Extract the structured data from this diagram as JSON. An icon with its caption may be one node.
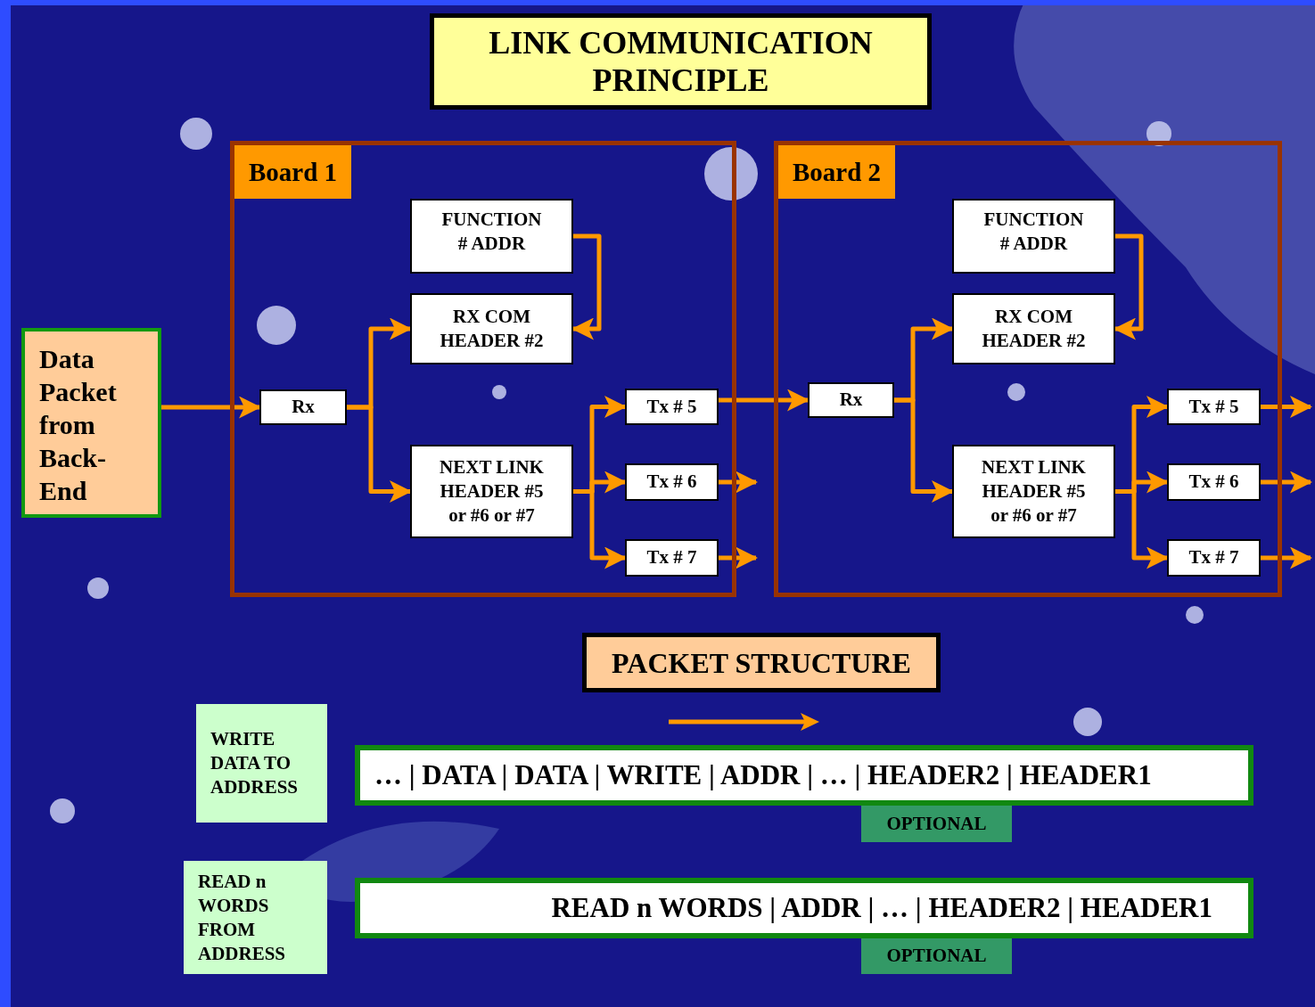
{
  "diagram": {
    "title": "LINK COMMUNICATION PRINCIPLE",
    "nodes": [
      {
        "text": [
          "Data Packet from Back-End"
        ]
      },
      {
        "text": [
          "Board 1"
        ]
      },
      {
        "text": [
          "FUNCTION # ADDR"
        ],
        "in": 1
      },
      {
        "text": [
          "RX COM HEADER #2"
        ],
        "in": 1
      },
      {
        "text": [
          "Rx"
        ],
        "in": 1
      },
      {
        "text": [
          "NEXT LINK HEADER #5 or #6 or #7"
        ],
        "in": 1
      },
      {
        "text": [
          "Tx # 5"
        ],
        "in": 1
      },
      {
        "text": [
          "Tx # 6"
        ],
        "in": 1
      },
      {
        "text": [
          "Tx # 7"
        ],
        "in": 1
      },
      {
        "text": [
          "Board 2"
        ]
      },
      {
        "text": [
          "FUNCTION # ADDR"
        ],
        "in": 9
      },
      {
        "text": [
          "RX COM HEADER #2"
        ],
        "in": 9
      },
      {
        "text": [
          "Rx"
        ],
        "in": 9
      },
      {
        "text": [
          "NEXT LINK HEADER #5 or #6 or #7"
        ],
        "in": 9
      },
      {
        "text": [
          "Tx # 5"
        ],
        "in": 9
      },
      {
        "text": [
          "Tx # 6"
        ],
        "in": 9
      },
      {
        "text": [
          "Tx # 7"
        ],
        "in": 9
      },
      {
        "text": [
          "PACKET STRUCTURE"
        ]
      },
      {
        "text": [
          "WRITE DATA TO ADDRESS"
        ]
      },
      {
        "text": [
          "… | DATA | DATA | WRITE | ADDR | … | HEADER2 | HEADER1"
        ]
      },
      {
        "text": [
          "OPTIONAL"
        ]
      },
      {
        "text": [
          "READ n WORDS FROM ADDRESS"
        ]
      },
      {
        "text": [
          "READ n WORDS | ADDR | … | HEADER2 | HEADER1"
        ]
      },
      {
        "text": [
          "OPTIONAL"
        ]
      }
    ],
    "edges": [
      {
        "from": 0,
        "to": 4,
        "arrow": "to"
      },
      {
        "from": 4,
        "to": 3,
        "arrow": "to"
      },
      {
        "from": 4,
        "to": 5,
        "arrow": "to"
      },
      {
        "from": 2,
        "to": 3,
        "arrow": "to"
      },
      {
        "from": 5,
        "to": 6,
        "arrow": "to"
      },
      {
        "from": 5,
        "to": 7,
        "arrow": "to"
      },
      {
        "from": 5,
        "to": 8,
        "arrow": "to"
      },
      {
        "from": 6,
        "to": 12,
        "arrow": "to"
      },
      {
        "from": 7,
        "to": null,
        "arrow": "to"
      },
      {
        "from": 8,
        "to": null,
        "arrow": "to"
      },
      {
        "from": 12,
        "to": 11,
        "arrow": "to"
      },
      {
        "from": 12,
        "to": 13,
        "arrow": "to"
      },
      {
        "from": 10,
        "to": 11,
        "arrow": "to"
      },
      {
        "from": 13,
        "to": 14,
        "arrow": "to"
      },
      {
        "from": 13,
        "to": 15,
        "arrow": "to"
      },
      {
        "from": 13,
        "to": 16,
        "arrow": "to"
      },
      {
        "from": 14,
        "to": null,
        "arrow": "to"
      },
      {
        "from": 15,
        "to": null,
        "arrow": "to"
      },
      {
        "from": 16,
        "to": null,
        "arrow": "to"
      }
    ]
  }
}
